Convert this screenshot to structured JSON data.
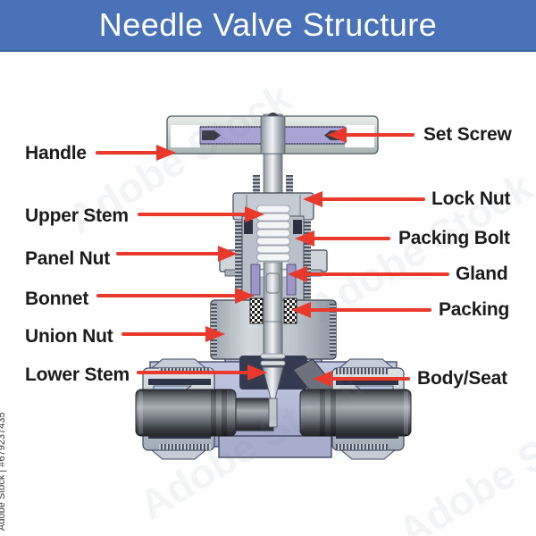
{
  "title": "Needle Valve Structure",
  "colors": {
    "banner_blue": "#4a72b8",
    "arrow_red": "#e8392c",
    "label_color": "#1c1c1c",
    "handle_insert_purple": "#a9a3d6",
    "gland_purple": "#9d96c8",
    "body_blue_gray": "#b2b9d4",
    "pipe_dark_gray": "#4a4e56",
    "steel_light": "#ccd4d4"
  },
  "labels": {
    "left": [
      {
        "text": "Handle"
      },
      {
        "text": "Upper Stem"
      },
      {
        "text": "Panel Nut"
      },
      {
        "text": "Bonnet"
      },
      {
        "text": "Union Nut"
      },
      {
        "text": "Lower Stem"
      }
    ],
    "right": [
      {
        "text": "Set Screw"
      },
      {
        "text": "Lock Nut"
      },
      {
        "text": "Packing Bolt"
      },
      {
        "text": "Gland"
      },
      {
        "text": "Packing"
      },
      {
        "text": "Body/Seat"
      }
    ]
  },
  "watermark": {
    "side_text": "Adobe Stock | #679237435",
    "diagonal_text": "Adobe Stock"
  }
}
